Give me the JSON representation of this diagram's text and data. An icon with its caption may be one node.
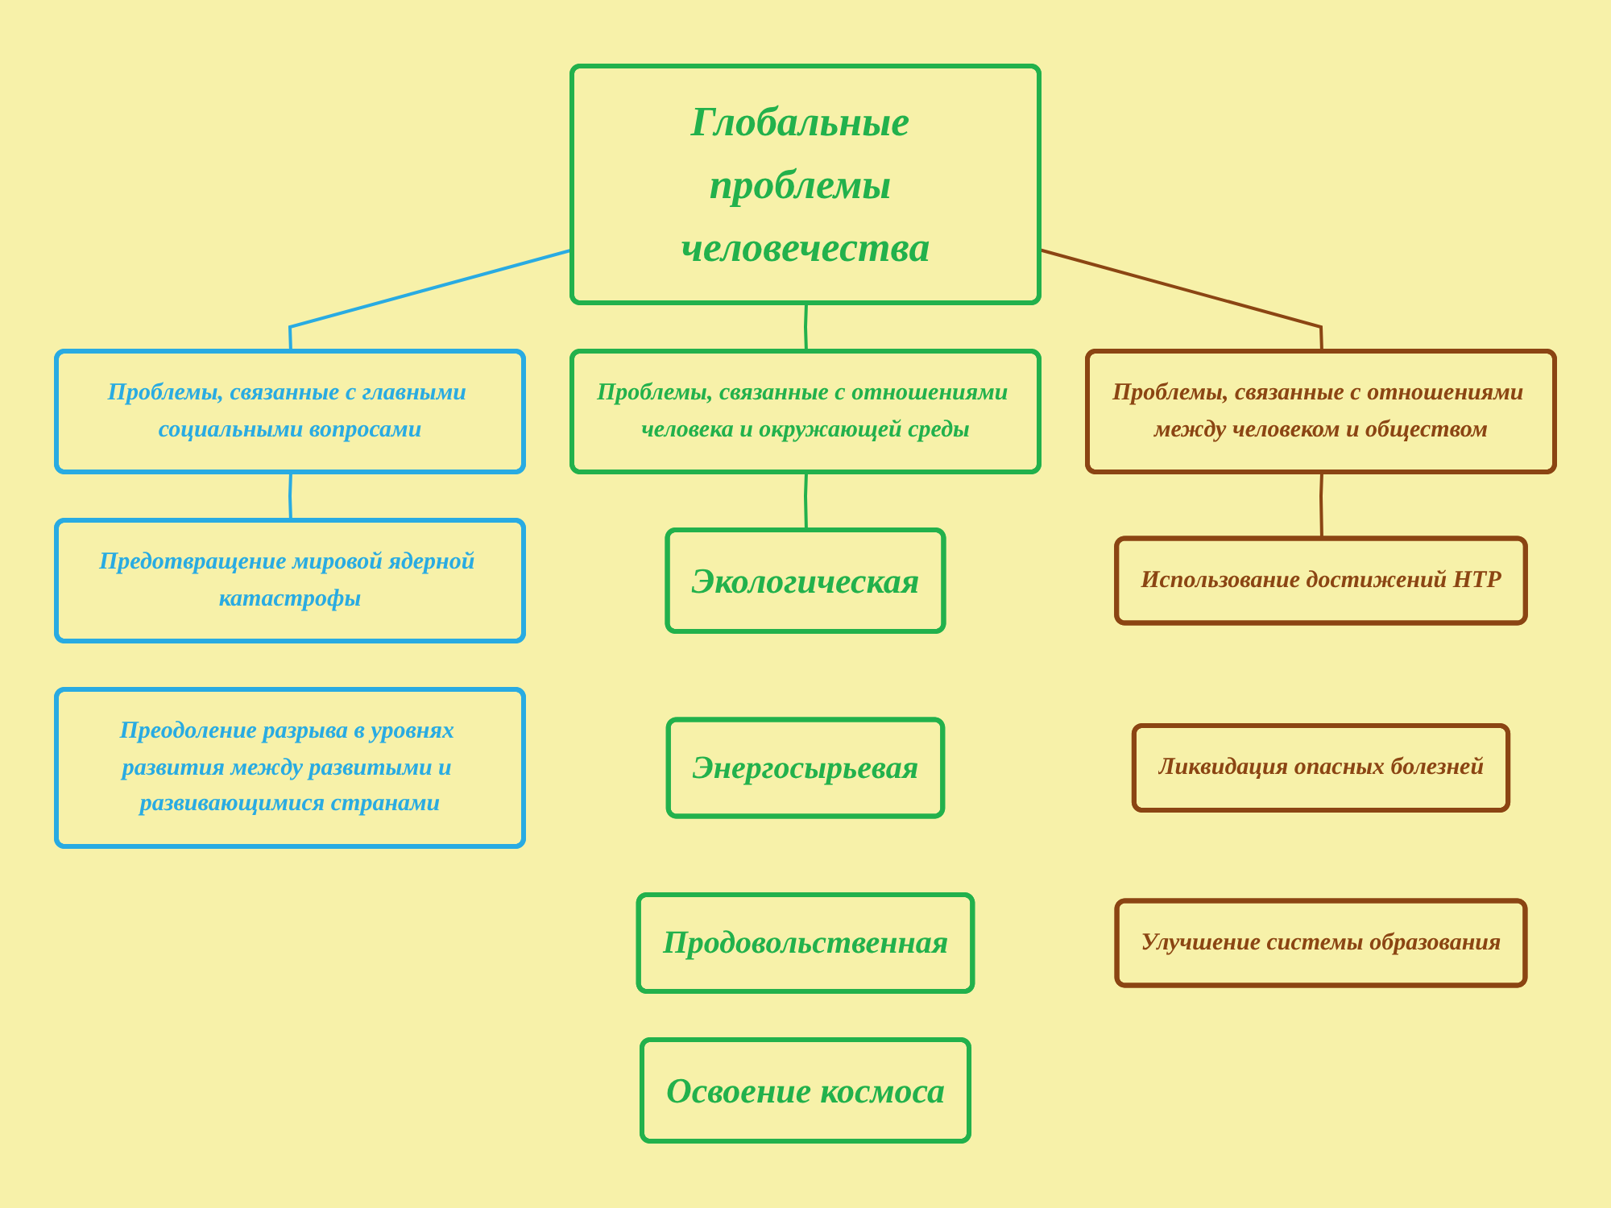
{
  "diagram": {
    "nodes": [
      {
        "text": [
          "Глобальные проблемы человечества"
        ]
      },
      {
        "text": [
          "Проблемы, связанные с главными социальными вопросами"
        ]
      },
      {
        "text": [
          "Проблемы, связанные с отношениями человека и окружающей среды"
        ]
      },
      {
        "text": [
          "Проблемы, связанные с отношениями между человеком и обществом"
        ]
      },
      {
        "text": [
          "Предотвращение мировой ядерной катастрофы"
        ]
      },
      {
        "text": [
          "Преодоление разрыва в уровнях развития между развитыми и развивающимися странами"
        ]
      },
      {
        "text": [
          "Экологическая"
        ]
      },
      {
        "text": [
          "Энергосырьевая"
        ]
      },
      {
        "text": [
          "Продовольственная"
        ]
      },
      {
        "text": [
          "Освоение космоса"
        ]
      },
      {
        "text": [
          "Использование достижений НТР"
        ]
      },
      {
        "text": [
          "Ликвидация опасных болезней"
        ]
      },
      {
        "text": [
          "Улучшение системы образования"
        ]
      }
    ],
    "edges": [
      {
        "from": 0,
        "to": 1,
        "arrow": "none",
        "color": "#29abe2"
      },
      {
        "from": 0,
        "to": 2,
        "arrow": "none",
        "color": "#22b14c"
      },
      {
        "from": 0,
        "to": 3,
        "arrow": "none",
        "color": "#8b4513"
      },
      {
        "from": 1,
        "to": 4,
        "arrow": "none",
        "color": "#29abe2"
      },
      {
        "from": 2,
        "to": 6,
        "arrow": "none",
        "color": "#22b14c"
      },
      {
        "from": 3,
        "to": 10,
        "arrow": "none",
        "color": "#8b4513"
      }
    ]
  }
}
